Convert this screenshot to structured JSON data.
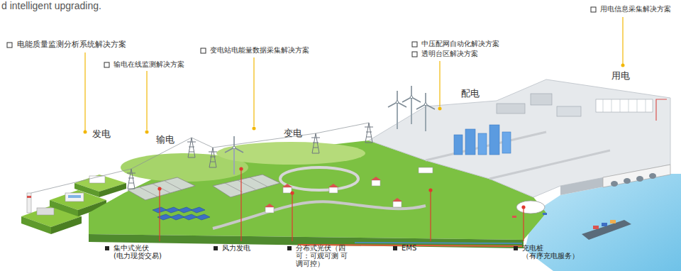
{
  "diagram": {
    "labels": [
      "d intelligent upgrading.",
      "用电信息采集解决方案",
      "电能质量监测分析系统解决方案",
      "中压配网自动化解决方案",
      "变电站电能量数据采集解决方案",
      "透明台区解决方案",
      "输电在线监测解决方案",
      "用电",
      "配电",
      "发电",
      "变电",
      "输电",
      "集中式光伏 (电力现货交易)",
      "风力发电",
      "分布式光伏（四 可：可观可测 可 调可控）",
      "EMS",
      "充电桩 （有序充电服务）"
    ]
  }
}
